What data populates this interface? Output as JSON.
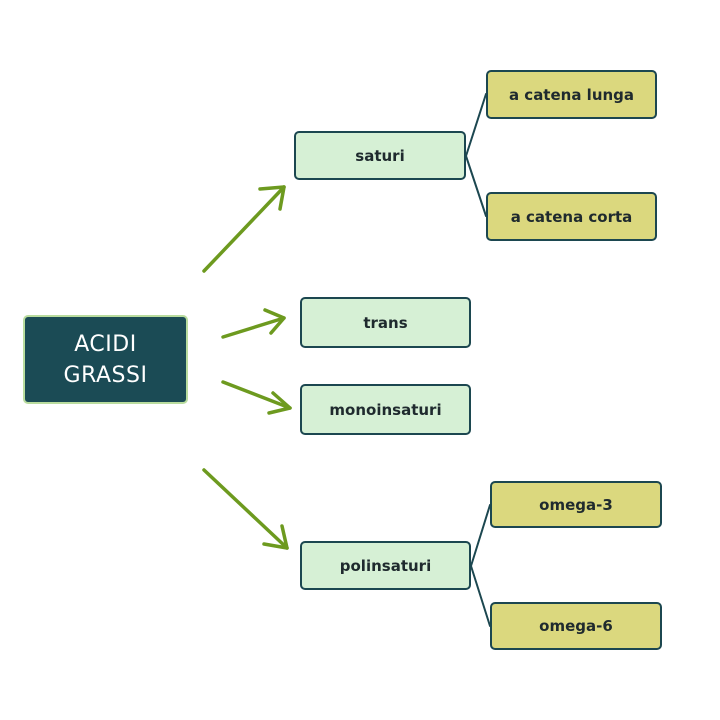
{
  "diagram": {
    "root": {
      "label": "ACIDI\nGRASSI"
    },
    "categories": [
      {
        "id": "saturi",
        "label": "saturi"
      },
      {
        "id": "trans",
        "label": "trans"
      },
      {
        "id": "monoinsaturi",
        "label": "monoinsaturi"
      },
      {
        "id": "polinsaturi",
        "label": "polinsaturi"
      }
    ],
    "subcategories": [
      {
        "parent": "saturi",
        "label": "a catena lunga"
      },
      {
        "parent": "saturi",
        "label": "a catena corta"
      },
      {
        "parent": "polinsaturi",
        "label": "omega-3"
      },
      {
        "parent": "polinsaturi",
        "label": "omega-6"
      }
    ],
    "colors": {
      "root_fill": "#1b4b55",
      "root_border": "#b9dc9e",
      "category_fill": "#d6f0d5",
      "subcategory_fill": "#dbd87e",
      "box_border": "#1c4750",
      "arrow": "#6d9a1f",
      "connector": "#1c4750"
    }
  }
}
